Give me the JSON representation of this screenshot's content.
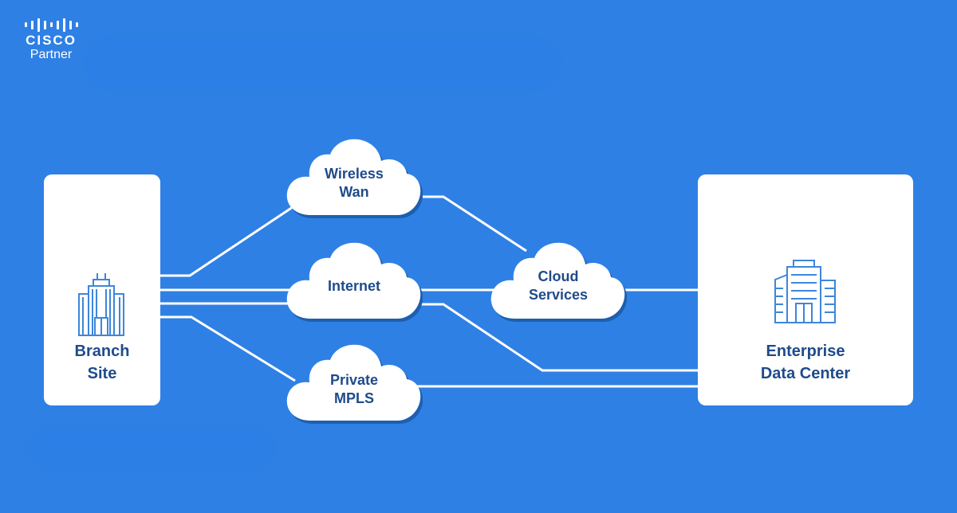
{
  "brand": {
    "logo_word": "CISCO",
    "logo_sub": "Partner",
    "icon": "cisco-bars-icon"
  },
  "colors": {
    "background": "#2f80e4",
    "box": "#ffffff",
    "label": "#1f4b8a",
    "icon_stroke": "#3d86dc",
    "link": "#ffffff"
  },
  "nodes": {
    "branch": {
      "line1": "Branch",
      "line2": "Site",
      "icon": "branch-building-icon"
    },
    "datacenter": {
      "line1": "Enterprise",
      "line2": "Data Center",
      "icon": "datacenter-building-icon"
    },
    "wireless": {
      "line1": "Wireless",
      "line2": "Wan"
    },
    "internet": {
      "line1": "Internet"
    },
    "cloud_services": {
      "line1": "Cloud",
      "line2": "Services"
    },
    "mpls": {
      "line1": "Private",
      "line2": "MPLS"
    }
  },
  "connections": [
    {
      "from": "Branch Site",
      "to": "Wireless Wan"
    },
    {
      "from": "Branch Site",
      "to": "Internet"
    },
    {
      "from": "Branch Site",
      "to": "Internet"
    },
    {
      "from": "Branch Site",
      "to": "Private MPLS"
    },
    {
      "from": "Wireless Wan",
      "to": "Cloud Services"
    },
    {
      "from": "Internet",
      "to": "Cloud Services"
    },
    {
      "from": "Cloud Services",
      "to": "Enterprise Data Center"
    },
    {
      "from": "Internet",
      "to": "Enterprise Data Center"
    },
    {
      "from": "Private MPLS",
      "to": "Enterprise Data Center"
    }
  ]
}
